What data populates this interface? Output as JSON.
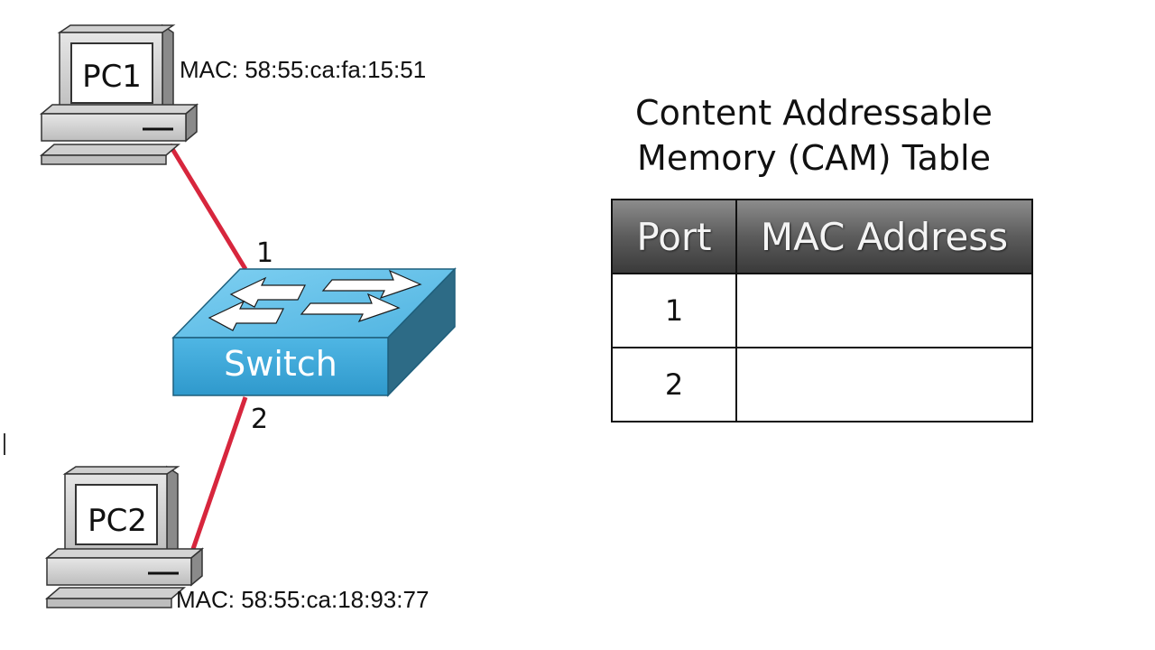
{
  "devices": {
    "pc1": {
      "label": "PC1",
      "mac": "MAC: 58:55:ca:fa:15:51"
    },
    "pc2": {
      "label": "PC2",
      "mac": "MAC: 58:55:ca:18:93:77"
    },
    "switch": {
      "label": "Switch"
    }
  },
  "links": [
    {
      "from": "pc1",
      "to": "switch",
      "port": "1"
    },
    {
      "from": "pc2",
      "to": "switch",
      "port": "2"
    }
  ],
  "cam_table": {
    "title_line1": "Content Addressable",
    "title_line2": "Memory (CAM) Table",
    "headers": [
      "Port",
      "MAC Address"
    ],
    "rows": [
      {
        "port": "1",
        "mac": ""
      },
      {
        "port": "2",
        "mac": ""
      }
    ]
  },
  "colors": {
    "link": "#d7263d",
    "switch_top": "#5ec0e8",
    "switch_front": "#3aa6d6",
    "switch_side": "#2d6b86",
    "pc_body": "#d8d8d8",
    "table_header": "#5c5c5c"
  },
  "icons": [
    "pc-icon",
    "switch-icon"
  ]
}
